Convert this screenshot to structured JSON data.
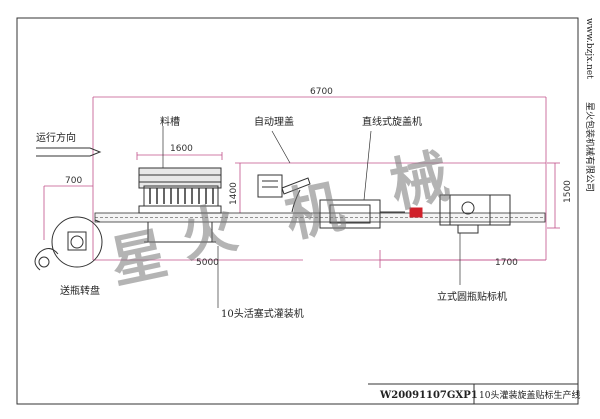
{
  "labels": {
    "direction": "运行方向",
    "trough": "料槽",
    "auto_cap_sorter": "自动理盖",
    "inline_capper": "直线式旋盖机",
    "bottle_turntable": "送瓶转盘",
    "filler": "10头活塞式灌装机",
    "labeler": "立式圆瓶贴标机"
  },
  "dimensions": {
    "overall_length": "6700",
    "trough_width": "1600",
    "turntable_offset": "700",
    "filler_height": "1400",
    "width": "1500",
    "filler_length": "5000",
    "labeler_length": "1700"
  },
  "watermark": [
    "星",
    "火",
    "机",
    "械"
  ],
  "company": {
    "url": "www.bzjx.net",
    "name": "星火包装机械有限公司"
  },
  "title_block": {
    "drawing_no": "W20091107GXP1",
    "title": "10头灌装旋盖贴标生产线"
  },
  "colors": {
    "line": "#333333",
    "dimension": "#c0508a",
    "accent_red": "#d0202a"
  }
}
